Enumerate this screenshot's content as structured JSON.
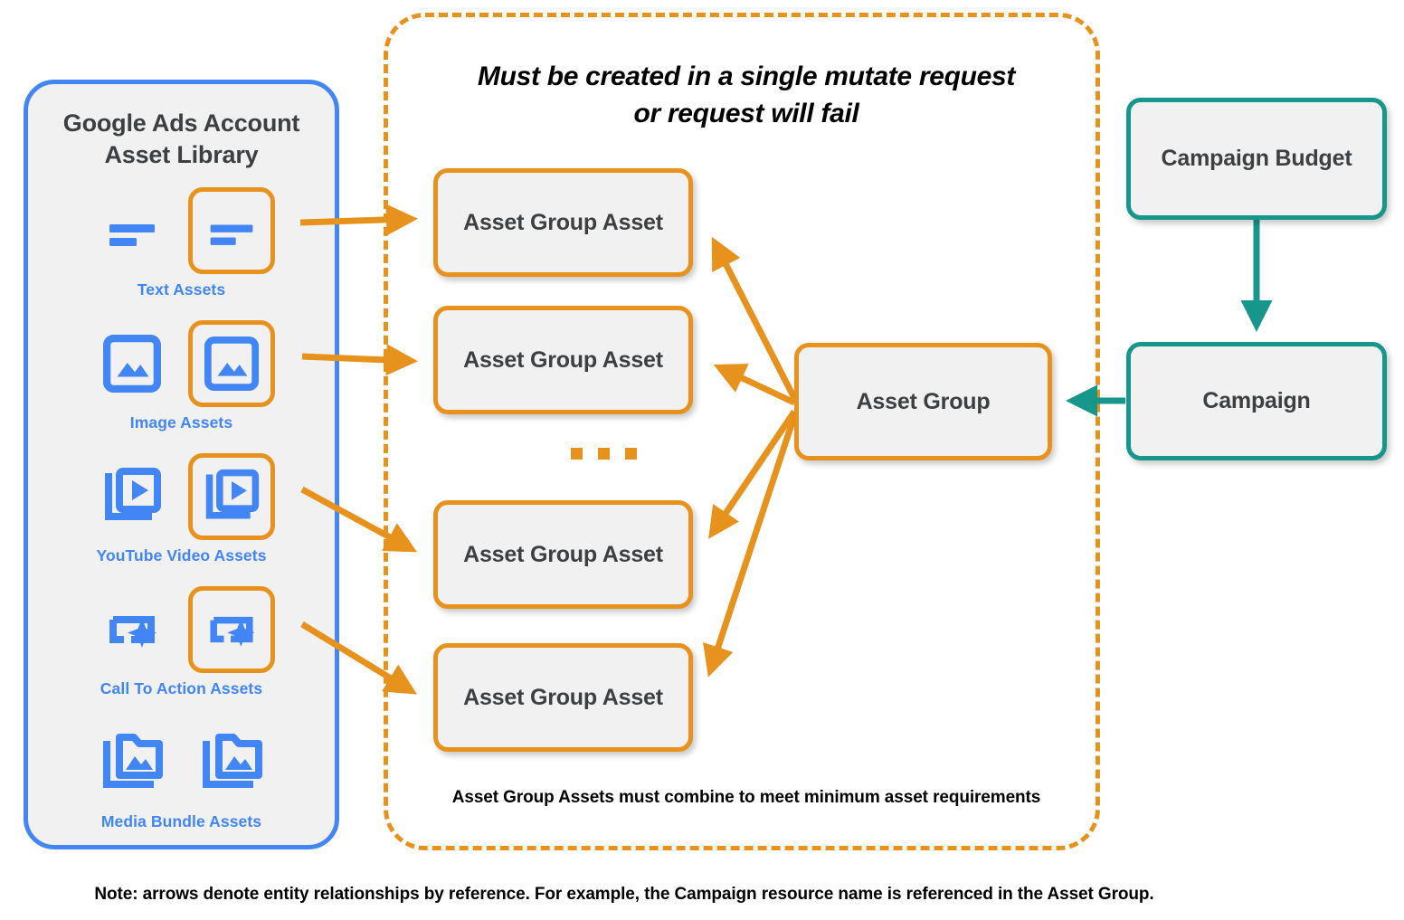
{
  "library": {
    "title": "Google Ads Account\nAsset Library",
    "title_line1": "Google Ads Account",
    "title_line2": "Asset Library",
    "border_color": "#4285f4",
    "fill_color": "#f1f1f1",
    "assets": [
      {
        "id": "text",
        "caption": "Text Assets",
        "icon": "text-lines-icon",
        "highlighted": true
      },
      {
        "id": "image",
        "caption": "Image Assets",
        "icon": "image-picture-icon",
        "highlighted": true
      },
      {
        "id": "youtube",
        "caption": "YouTube Video  Assets",
        "icon": "video-play-stack-icon",
        "highlighted": true
      },
      {
        "id": "cta",
        "caption": "Call To Action Assets",
        "icon": "cta-sparkle-icon",
        "highlighted": true
      },
      {
        "id": "media-bundle",
        "caption": "Media Bundle  Assets",
        "icon": "media-bundle-folder-icon",
        "highlighted": false
      }
    ]
  },
  "mutate_scope": {
    "heading_line1": "Must be created in a single mutate request",
    "heading_line2": "or request will fail",
    "footnote": "Asset Group Assets must combine to meet minimum asset requirements",
    "border_color": "#e8921e",
    "border_style": "dashed"
  },
  "nodes": {
    "asset_group_assets": [
      {
        "label": "Asset Group Asset"
      },
      {
        "label": "Asset Group Asset"
      },
      {
        "label": "Asset Group Asset"
      },
      {
        "label": "Asset Group Asset"
      }
    ],
    "asset_group": {
      "label": "Asset Group",
      "color": "#e8921e"
    },
    "campaign_budget": {
      "label": "Campaign Budget",
      "color": "#17968c"
    },
    "campaign": {
      "label": "Campaign",
      "color": "#17968c"
    }
  },
  "ellipsis": {
    "symbol": "…",
    "dots": 3,
    "color": "#e8921e"
  },
  "footer": {
    "note": "Note: arrows denote entity relationships by reference. For example, the Campaign resource name is referenced in the Asset Group."
  },
  "colors": {
    "orange": "#e8921e",
    "teal": "#17968c",
    "blue": "#4285f4",
    "node_fill": "#f1f1f1",
    "text_dark": "#3c4043",
    "page_background": "#ffffff"
  }
}
